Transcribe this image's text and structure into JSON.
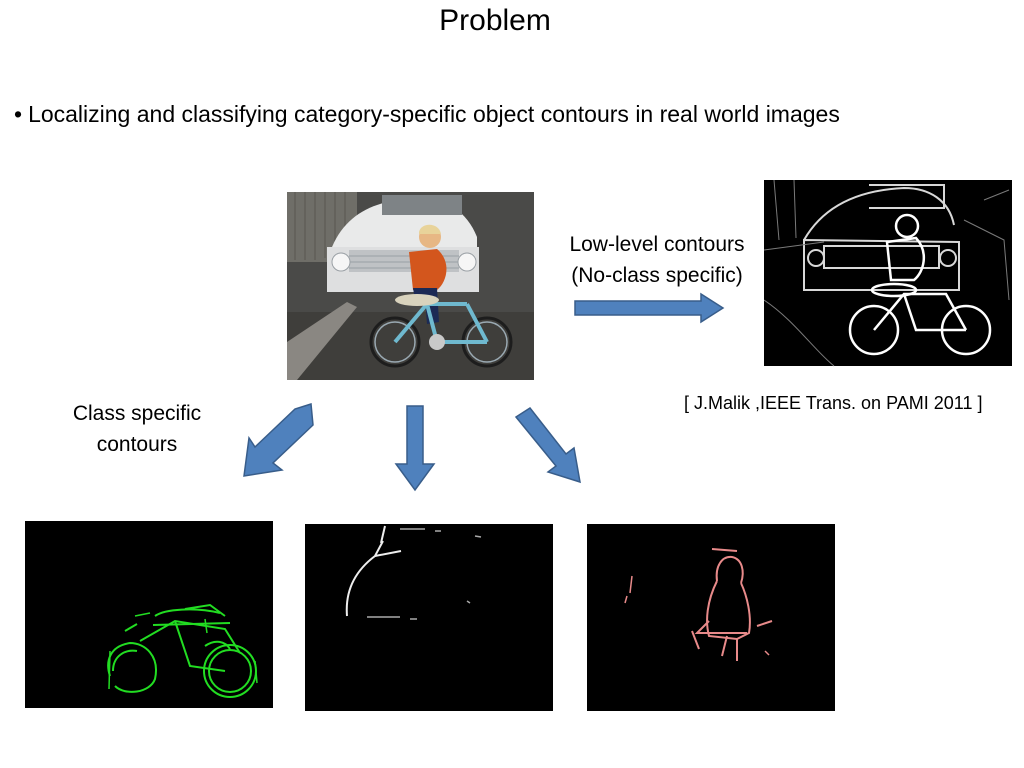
{
  "slide": {
    "title": "Problem",
    "bullet": "Localizing and classifying category-specific object contours in real world images",
    "low_level_label_line1": "Low-level contours",
    "low_level_label_line2": "(No-class specific)",
    "citation": "[ J.Malik ,IEEE Trans. on PAMI 2011 ]",
    "class_label_line1": "Class specific",
    "class_label_line2": "contours"
  },
  "colors": {
    "arrow_fill": "#4f81bd",
    "arrow_stroke": "#385d8a",
    "bicycle_contour": "#22dd22",
    "car_contour": "#ffffff",
    "person_contour": "#e88a8a"
  },
  "icons": {
    "bullet": "•"
  }
}
